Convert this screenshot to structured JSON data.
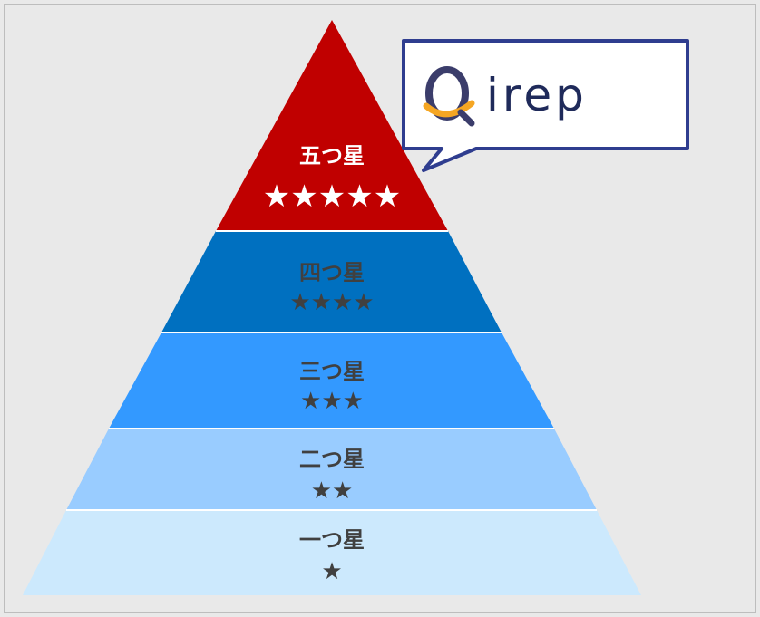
{
  "pyramid": {
    "tiers": [
      {
        "title": "五つ星",
        "stars": "★★★★★",
        "rating": 5,
        "fill": "#c00000",
        "text_color": "#ffffff"
      },
      {
        "title": "四つ星",
        "stars": "★★★★",
        "rating": 4,
        "fill": "#0070c0",
        "text_color": "#404040"
      },
      {
        "title": "三つ星",
        "stars": "★★★",
        "rating": 3,
        "fill": "#3399ff",
        "text_color": "#404040"
      },
      {
        "title": "二つ星",
        "stars": "★★",
        "rating": 2,
        "fill": "#99ccff",
        "text_color": "#404040"
      },
      {
        "title": "一つ星",
        "stars": "★",
        "rating": 1,
        "fill": "#cce9fd",
        "text_color": "#404040"
      }
    ]
  },
  "callout": {
    "logo_text": "irep",
    "border_color": "#2f3d8f",
    "text_color": "#1f2a5a",
    "logo_icon": "irep-logo-icon"
  },
  "colors": {
    "background": "#e9e9e9",
    "separator": "#ffffff"
  }
}
